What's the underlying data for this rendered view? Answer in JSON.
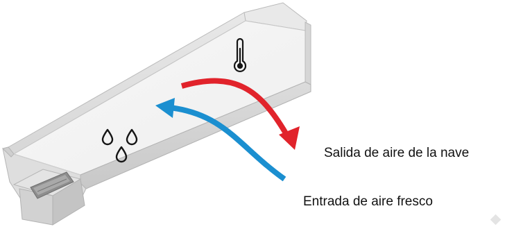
{
  "labels": {
    "air_outlet": "Salida de aire de la nave",
    "air_inlet": "Entrada de aire fresco"
  },
  "icons": {
    "thermometer": "thermometer-icon",
    "humidity": "water-drops-icon",
    "hot_air": "red-arrow",
    "fresh_air": "blue-arrow"
  },
  "colors": {
    "hot_air_arrow": "#e1232b",
    "fresh_air_arrow": "#1b8fd0",
    "building": "#e6e6e6",
    "building_shadow": "#bdbdbd"
  }
}
